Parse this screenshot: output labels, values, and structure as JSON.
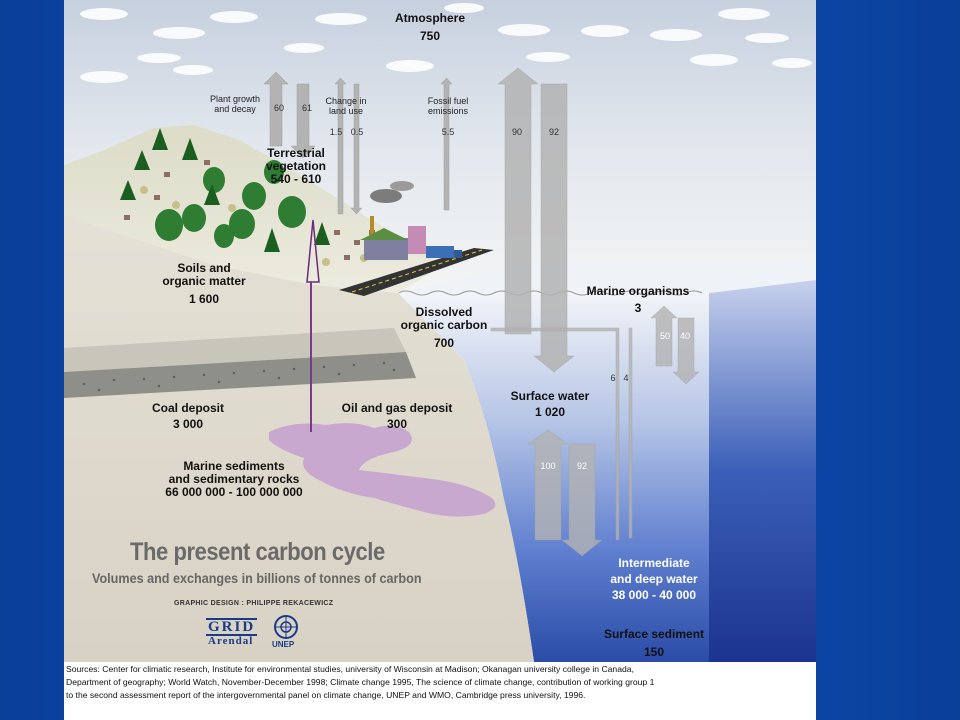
{
  "title": "The present carbon cycle",
  "subtitle": "Volumes and exchanges in billions of tonnes of carbon",
  "credit": "GRAPHIC DESIGN : PHILIPPE REKACEWICZ",
  "logos": {
    "grid": "GRID",
    "arendal": "Arendal",
    "unep": "UNEP"
  },
  "reservoirs": {
    "atmosphere": {
      "name": "Atmosphere",
      "value": "750"
    },
    "terrestrial": {
      "name_l1": "Terrestrial",
      "name_l2": "vegetation",
      "value": "540 - 610"
    },
    "soils": {
      "name_l1": "Soils and",
      "name_l2": "organic matter",
      "value": "1 600"
    },
    "dissolved": {
      "name_l1": "Dissolved",
      "name_l2": "organic carbon",
      "value": "700"
    },
    "marine_org": {
      "name": "Marine organisms",
      "value": "3"
    },
    "coal": {
      "name": "Coal deposit",
      "value": "3 000"
    },
    "oilgas": {
      "name": "Oil and gas deposit",
      "value": "300"
    },
    "marine_sed": {
      "name_l1": "Marine sediments",
      "name_l2": "and sedimentary rocks",
      "value": "66 000 000 - 100 000 000"
    },
    "surface_water": {
      "name": "Surface water",
      "value": "1 020"
    },
    "deep_water": {
      "name_l1": "Intermediate",
      "name_l2": "and deep water",
      "value": "38 000 - 40 000"
    },
    "surface_sed": {
      "name": "Surface sediment",
      "value": "150"
    }
  },
  "fluxes": {
    "plant_label_l1": "Plant growth",
    "plant_label_l2": "and decay",
    "plant_up": "60",
    "plant_down": "61",
    "landuse_label_l1": "Change in",
    "landuse_label_l2": "land use",
    "landuse_a": "1.5",
    "landuse_b": "0.5",
    "fossil_label_l1": "Fossil fuel",
    "fossil_label_l2": "emissions",
    "fossil_value": "5.5",
    "ocean_up": "90",
    "ocean_down": "92",
    "marine_a": "50",
    "marine_b": "40",
    "dissolved_a": "6",
    "dissolved_b": "4",
    "deep_up": "100",
    "deep_down": "92"
  },
  "sources": {
    "line1": "Sources: Center for climatic research, Institute for environmental studies, university of Wisconsin at Madison;  Okanagan university college in Canada,",
    "line2": "Department of geography; World Watch, November-December 1998; Climate change 1995, The science of climate change, contribution of working group 1",
    "line3": "to the second assessment report of the intergovernmental panel on climate change, UNEP and WMO, Cambridge press university,  1996."
  },
  "colors": {
    "background": "#0d52b8",
    "sky_top": "#c9d3e0",
    "ocean": "#6d8fd6",
    "deep_ocean": "#1f3f9e",
    "arrow": "#b5b5b5",
    "ground": "#ddd8cc",
    "sediment_pink": "#c7a6cf"
  }
}
